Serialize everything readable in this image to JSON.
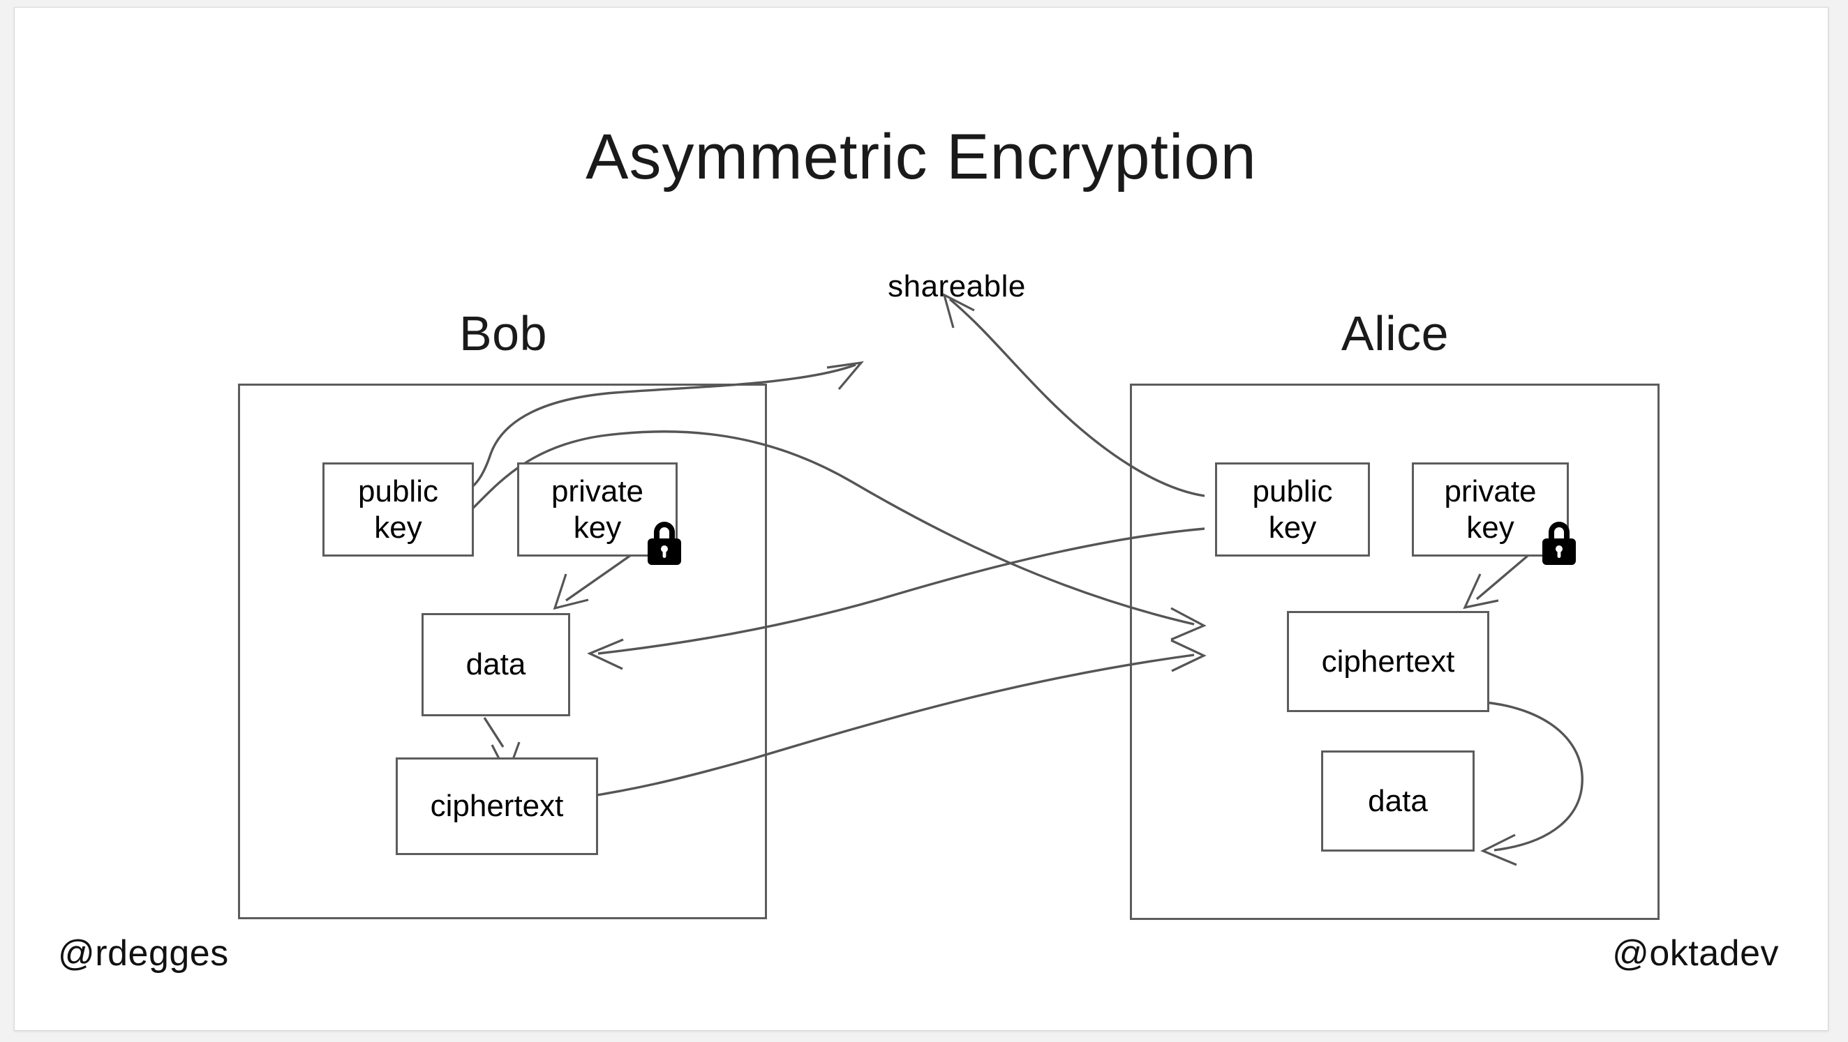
{
  "slide": {
    "title": "Asymmetric Encryption",
    "shareable_label": "shareable",
    "handle_left": "@rdegges",
    "handle_right": "@oktadev",
    "colors": {
      "background": "#f2f2f2",
      "slide": "#ffffff",
      "stroke": "#5c5c5c",
      "arrow": "#555555",
      "text": "#000000",
      "lock": "#000000"
    }
  },
  "parties": [
    {
      "id": "bob",
      "name": "Bob",
      "nodes": [
        {
          "id": "bob-public",
          "label": "public\nkey",
          "line1": "public",
          "line2": "key"
        },
        {
          "id": "bob-private",
          "label": "private\nkey",
          "line1": "private",
          "line2": "key",
          "locked": true
        },
        {
          "id": "bob-data",
          "label": "data",
          "line1": "data",
          "line2": ""
        },
        {
          "id": "bob-cipher",
          "label": "ciphertext",
          "line1": "ciphertext",
          "line2": ""
        }
      ]
    },
    {
      "id": "alice",
      "name": "Alice",
      "nodes": [
        {
          "id": "alice-public",
          "label": "public\nkey",
          "line1": "public",
          "line2": "key"
        },
        {
          "id": "alice-private",
          "label": "private\nkey",
          "line1": "private",
          "line2": "key",
          "locked": true
        },
        {
          "id": "alice-cipher",
          "label": "ciphertext",
          "line1": "ciphertext",
          "line2": ""
        },
        {
          "id": "alice-data",
          "label": "data",
          "line1": "data",
          "line2": ""
        }
      ]
    }
  ],
  "connections": [
    {
      "id": "bob-public-to-shareable",
      "from": "bob-public",
      "to": "shareable-label",
      "arrow": true
    },
    {
      "id": "alice-public-to-shareable",
      "from": "alice-public",
      "to": "shareable-label",
      "arrow": true
    },
    {
      "id": "bob-public-to-alice-cipher",
      "from": "bob-public",
      "to": "alice-cipher",
      "arrow": true
    },
    {
      "id": "alice-public-to-bob-data",
      "from": "alice-public",
      "to": "bob-data",
      "arrow": true
    },
    {
      "id": "bob-cipher-to-alice-cipher",
      "from": "bob-cipher",
      "to": "alice-cipher",
      "arrow": true
    },
    {
      "id": "bob-private-to-bob-data",
      "from": "bob-private",
      "to": "bob-data",
      "arrow": true
    },
    {
      "id": "bob-data-to-bob-cipher",
      "from": "bob-data",
      "to": "bob-cipher",
      "arrow": true
    },
    {
      "id": "alice-private-to-alice-cipher",
      "from": "alice-private",
      "to": "alice-cipher",
      "arrow": true
    },
    {
      "id": "alice-cipher-to-alice-data",
      "from": "alice-cipher",
      "to": "alice-data",
      "arrow": true
    }
  ],
  "icons": {
    "lock": "padlock-icon"
  }
}
